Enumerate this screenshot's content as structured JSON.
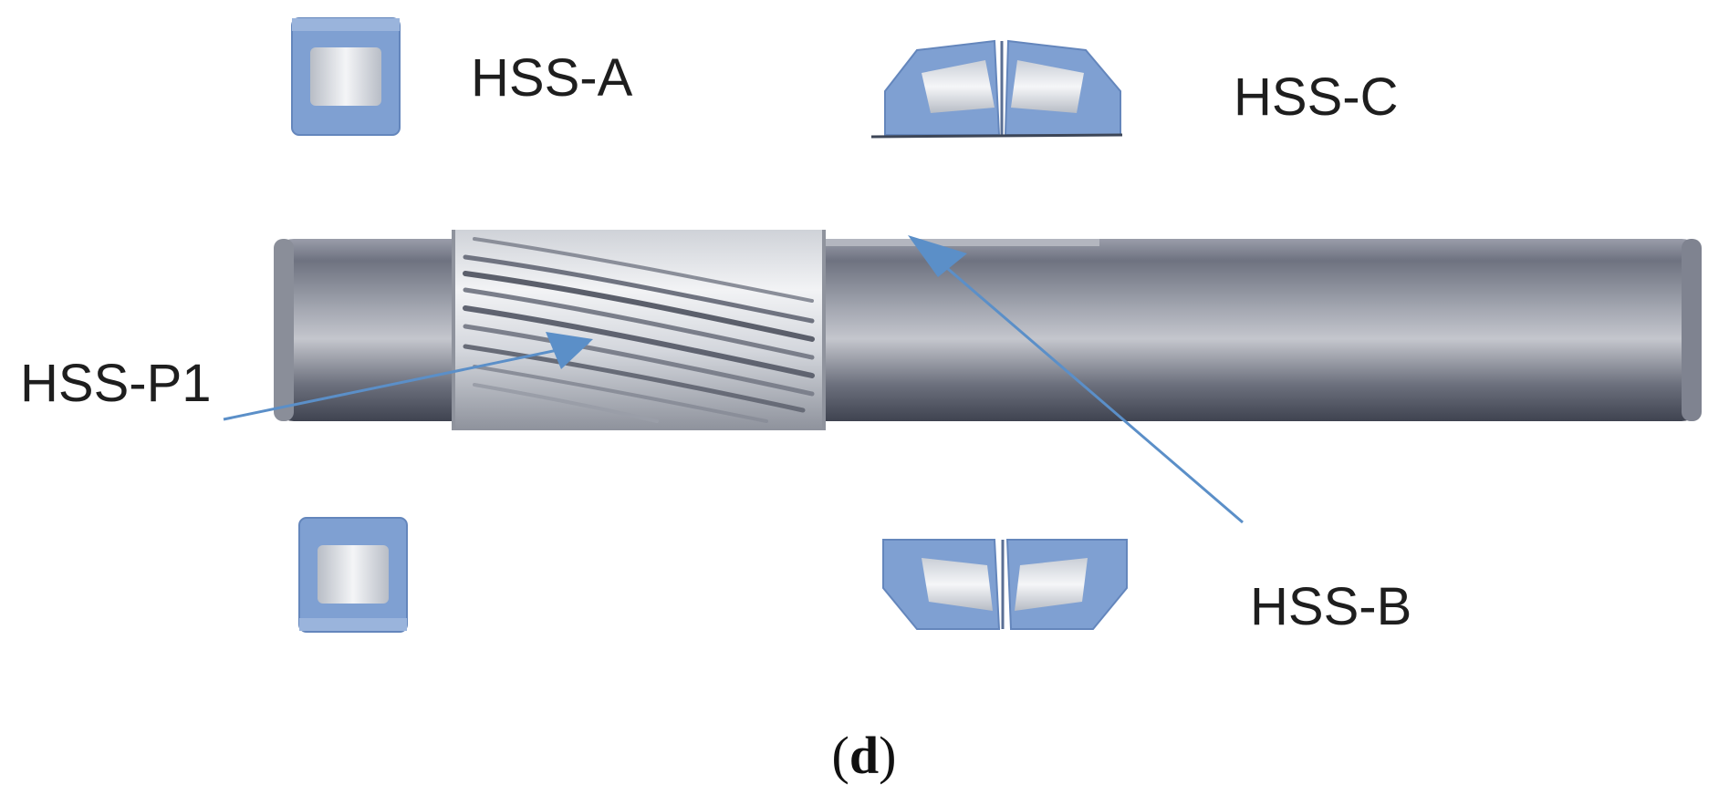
{
  "labels": {
    "hss_a": "HSS-A",
    "hss_b": "HSS-B",
    "hss_c": "HSS-C",
    "hss_p1": "HSS-P1"
  },
  "caption": {
    "open": "(",
    "letter": "d",
    "close": ")"
  },
  "colors": {
    "bearing_blue": "#7fa0d2",
    "bearing_edge": "#6486bc",
    "roller_light": "#e6e9ee",
    "shaft_dark": "#4b4f5c",
    "shaft_mid": "#7a7e8a",
    "shaft_light": "#b9bcc5",
    "arrow_blue": "#5b8fc8"
  }
}
